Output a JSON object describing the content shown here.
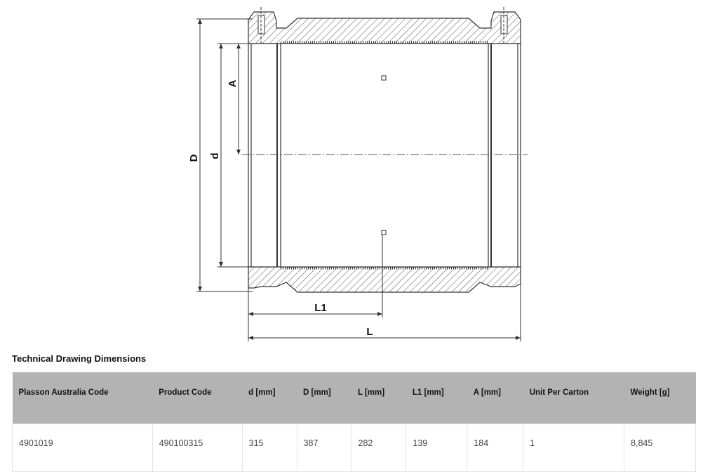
{
  "drawing": {
    "labels": {
      "D": "D",
      "d": "d",
      "A": "A",
      "L1": "L1",
      "L": "L"
    }
  },
  "section_title": "Technical Drawing Dimensions",
  "table": {
    "headers": [
      "Plasson Australia Code",
      "Product Code",
      "d [mm]",
      "D [mm]",
      "L [mm]",
      "L1 [mm]",
      "A [mm]",
      "Unit Per Carton",
      "Weight [g]"
    ],
    "rows": [
      [
        "4901019",
        "490100315",
        "315",
        "387",
        "282",
        "139",
        "184",
        "1",
        "8,845"
      ]
    ]
  },
  "colors": {
    "header_bg": "#b3b3b3",
    "line": "#333333"
  }
}
